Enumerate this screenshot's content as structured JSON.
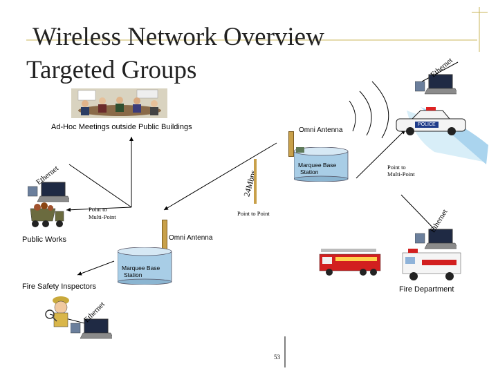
{
  "slide": {
    "title_line1": "Wireless Network Overview",
    "title_line2": "Targeted Groups",
    "page_number": "53"
  },
  "labels": {
    "adhoc": "Ad-Hoc Meetings outside Public Buildings",
    "omni_top": "Omni Antenna",
    "omni_mid": "Omni Antenna",
    "station_top_l1": "Marquee Base",
    "station_top_l2": "Station",
    "station_mid_l1": "Marquee Base",
    "station_mid_l2": "Station",
    "p2mp_right_l1": "Point to",
    "p2mp_right_l2": "Multi-Point",
    "p2mp_left_l1": "Point to",
    "p2mp_left_l2": "Multi-Point",
    "p2p": "Point to Point",
    "mbps": "24Mbps",
    "public_works": "Public Works",
    "fire_safety": "Fire Safety Inspectors",
    "fire_department": "Fire Department",
    "police": "POLICE"
  },
  "ethernet": {
    "top_right": "Ethernet",
    "left": "Ethernet",
    "right": "Ethernet",
    "bottom_left": "Ethernet"
  },
  "icons": [
    "laptop-icon",
    "police-car-icon",
    "meeting-photo",
    "dump-truck-icon",
    "fire-truck-icon",
    "ambulance-icon",
    "inspector-icon",
    "antenna-icon",
    "base-station-icon"
  ],
  "colors": {
    "accent": "#c9b65a",
    "station": "#a8cde6",
    "antenna": "#c8a04a"
  }
}
